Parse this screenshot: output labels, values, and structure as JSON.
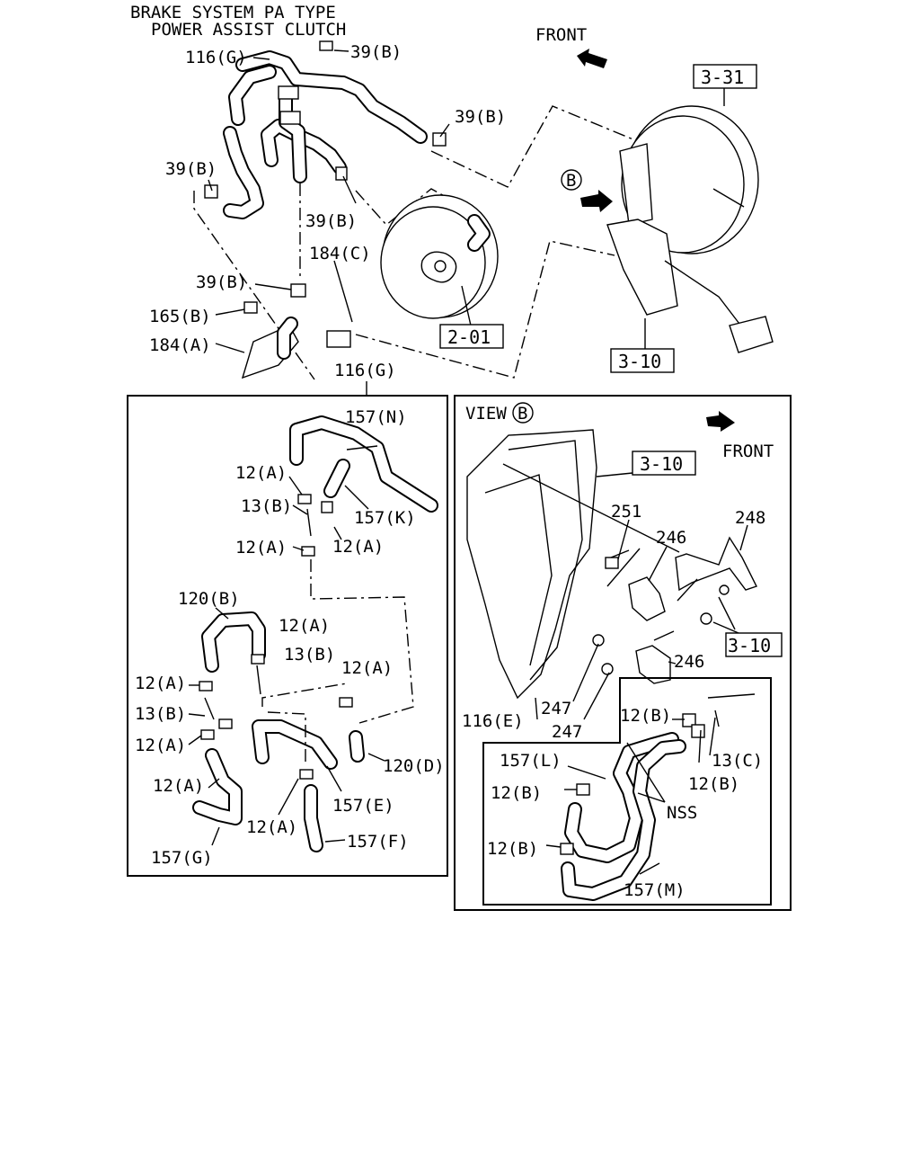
{
  "header": {
    "title_line1": "BRAKE SYSTEM PA TYPE",
    "title_line2": "POWER ASSIST CLUTCH"
  },
  "directions": {
    "front_top": "FRONT",
    "front_view": "FRONT"
  },
  "view_label": "VIEW",
  "view_marker": "B",
  "view_marker_top": "B",
  "refs": {
    "r_3_31": "3-31",
    "r_2_01": "2-01",
    "r_3_10_top": "3-10",
    "r_3_10_view_a": "3-10",
    "r_3_10_view_b": "3-10"
  },
  "top_labels": {
    "l116g": "116(G)",
    "l39b_1": "39(B)",
    "l39b_2": "39(B)",
    "l39b_3": "39(B)",
    "l39b_4": "39(B)",
    "l39b_5": "39(B)",
    "l184c": "184(C)",
    "l165b": "165(B)",
    "l184a": "184(A)",
    "l116g_detail": "116(G)"
  },
  "left_panel_labels": {
    "l157n": "157(N)",
    "l12a_1": "12(A)",
    "l13b_1": "13(B)",
    "l157k": "157(K)",
    "l12a_2": "12(A)",
    "l12a_3": "12(A)",
    "l120b": "120(B)",
    "l12a_4": "12(A)",
    "l13b_2": "13(B)",
    "l12a_5": "12(A)",
    "l12a_6": "12(A)",
    "l13b_3": "13(B)",
    "l12a_7": "12(A)",
    "l120d": "120(D)",
    "l12a_8": "12(A)",
    "l157e": "157(E)",
    "l12a_9": "12(A)",
    "l157g": "157(G)",
    "l157f": "157(F)"
  },
  "right_panel_labels": {
    "l251": "251",
    "l246_1": "246",
    "l248": "248",
    "l246_2": "246",
    "l247_1": "247",
    "l247_2": "247",
    "l116e": "116(E)",
    "l12b_1": "12(B)",
    "l157l": "157(L)",
    "l13c": "13(C)",
    "l12b_2": "12(B)",
    "l12b_3": "12(B)",
    "lnss": "NSS",
    "l12b_4": "12(B)",
    "l157m": "157(M)"
  }
}
